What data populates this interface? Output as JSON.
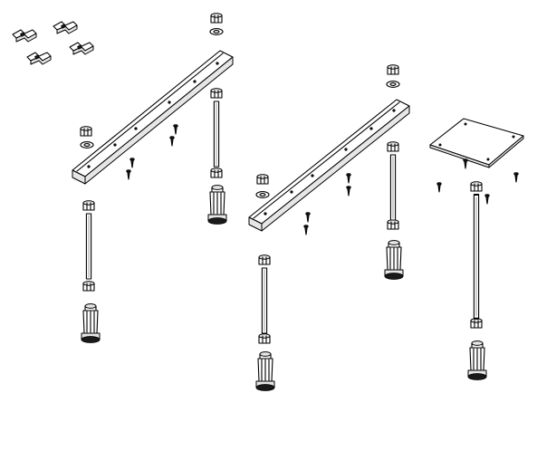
{
  "figure": {
    "kind": "exploded assembly drawing",
    "background": "#ffffff",
    "line_color": "#000000",
    "text_labels": []
  },
  "parts": [
    {
      "name": "mounting-clips",
      "count": 4
    },
    {
      "name": "long-rail-bracket",
      "count": 2
    },
    {
      "name": "threaded-rod",
      "count": 4
    },
    {
      "name": "adjustable-foot",
      "count": 4
    },
    {
      "name": "hex-nut",
      "count": 12
    },
    {
      "name": "washer",
      "count": 4
    },
    {
      "name": "mounting-plate",
      "count": 1
    },
    {
      "name": "screw",
      "count": 11
    }
  ]
}
